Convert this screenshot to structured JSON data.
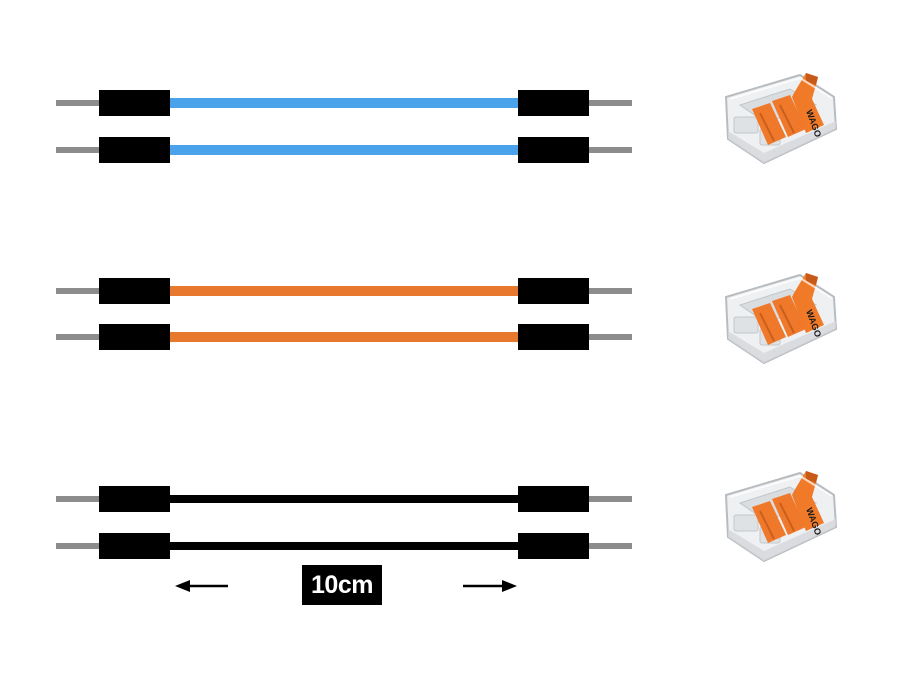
{
  "cable_groups": [
    {
      "name": "blue",
      "wire_color": "#4aa3ea",
      "wire_thickness": "thick",
      "cables": 2
    },
    {
      "name": "orange",
      "wire_color": "#e8782e",
      "wire_thickness": "thick",
      "cables": 2
    },
    {
      "name": "black",
      "wire_color": "#000000",
      "wire_thickness": "thin",
      "cables": 2
    }
  ],
  "colors": {
    "pin": "#8c8c8c",
    "housing": "#000000",
    "connector_lever": "#f0782a",
    "connector_body": "#e6e8ea"
  },
  "connectors": [
    {
      "type": "lever-connector",
      "logo_text": "WAGO"
    },
    {
      "type": "lever-connector",
      "logo_text": "WAGO"
    },
    {
      "type": "lever-connector",
      "logo_text": "WAGO"
    }
  ],
  "dimension": {
    "label": "10cm",
    "left_arrow_icon": "arrow-left-icon",
    "right_arrow_icon": "arrow-right-icon"
  }
}
